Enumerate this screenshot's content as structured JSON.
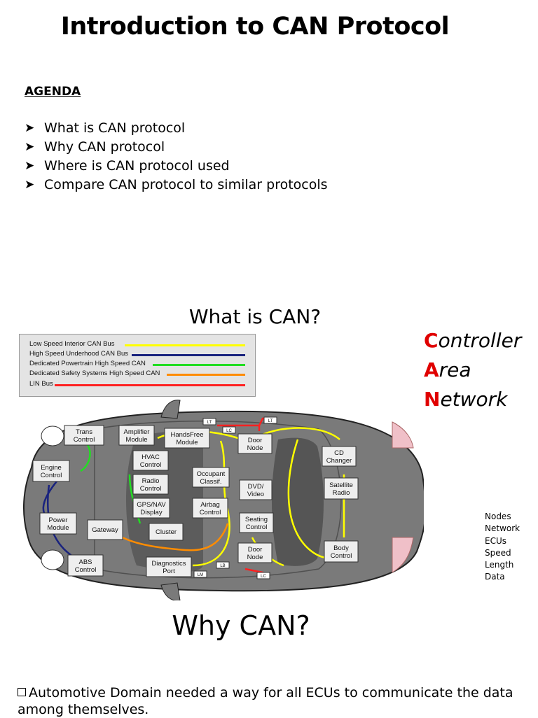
{
  "title": "Introduction to CAN Protocol",
  "agenda": {
    "heading": "AGENDA",
    "items": [
      {
        "label": "What is CAN protocol"
      },
      {
        "label": "Why CAN protocol"
      },
      {
        "label": "Where is CAN protocol used"
      },
      {
        "label": "Compare CAN protocol to similar protocols"
      }
    ]
  },
  "what_section": {
    "heading": "What is CAN?",
    "acronym": [
      {
        "first": "C",
        "rest": "ontroller"
      },
      {
        "first": "A",
        "rest": "rea"
      },
      {
        "first": "N",
        "rest": "etwork"
      }
    ]
  },
  "legend": [
    {
      "label": "Low Speed Interior CAN Bus",
      "color": "#ffff00"
    },
    {
      "label": "High Speed Underhood CAN Bus",
      "color": "#1a237e"
    },
    {
      "label": "Dedicated Powertrain High Speed CAN",
      "color": "#22dd22"
    },
    {
      "label": "Dedicated Safety Systems High Speed CAN",
      "color": "#ff8c00"
    },
    {
      "label": "LIN Bus",
      "color": "#ff2020"
    }
  ],
  "car_nodes": [
    {
      "name": "trans-control",
      "lines": [
        "Trans",
        "Control"
      ]
    },
    {
      "name": "amplifier-module",
      "lines": [
        "Amplifier",
        "Module"
      ]
    },
    {
      "name": "handsfree-module",
      "lines": [
        "HandsFree",
        "Module"
      ]
    },
    {
      "name": "door-node-front",
      "lines": [
        "Door",
        "Node"
      ]
    },
    {
      "name": "cd-changer",
      "lines": [
        "CD",
        "Changer"
      ]
    },
    {
      "name": "engine-control",
      "lines": [
        "Engine",
        "Control"
      ]
    },
    {
      "name": "hvac-control",
      "lines": [
        "HVAC",
        "Control"
      ]
    },
    {
      "name": "radio-control",
      "lines": [
        "Radio",
        "Control"
      ]
    },
    {
      "name": "occupant-classif",
      "lines": [
        "Occupant",
        "Classif."
      ]
    },
    {
      "name": "dvd-video",
      "lines": [
        "DVD/",
        "Video"
      ]
    },
    {
      "name": "satellite-radio",
      "lines": [
        "Satellite",
        "Radio"
      ]
    },
    {
      "name": "gps-nav-display",
      "lines": [
        "GPS/NAV",
        "Display"
      ]
    },
    {
      "name": "airbag-control",
      "lines": [
        "Airbag",
        "Control"
      ]
    },
    {
      "name": "power-module",
      "lines": [
        "Power",
        "Module"
      ]
    },
    {
      "name": "gateway",
      "lines": [
        "Gateway"
      ]
    },
    {
      "name": "cluster",
      "lines": [
        "Cluster"
      ]
    },
    {
      "name": "seating-control",
      "lines": [
        "Seating",
        "Control"
      ]
    },
    {
      "name": "body-control",
      "lines": [
        "Body",
        "Control"
      ]
    },
    {
      "name": "door-node-rear",
      "lines": [
        "Door",
        "Node"
      ]
    },
    {
      "name": "abs-control",
      "lines": [
        "ABS",
        "Control"
      ]
    },
    {
      "name": "diagnostics-port",
      "lines": [
        "Diagnostics",
        "Port"
      ]
    }
  ],
  "small_tags": [
    "LT",
    "LC",
    "LT",
    "LB",
    "LM",
    "LC"
  ],
  "side_list": [
    "Nodes",
    "Network",
    "ECUs",
    "Speed",
    "Length",
    "Data"
  ],
  "why_section": {
    "heading": "Why CAN?",
    "text": "Automotive Domain needed a way for all ECUs to communicate the data among themselves."
  }
}
